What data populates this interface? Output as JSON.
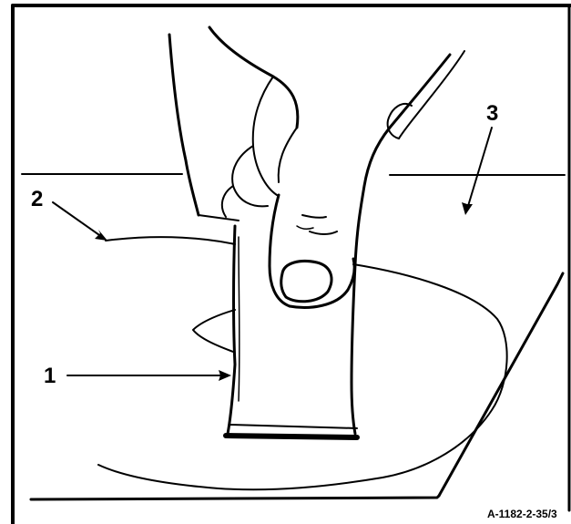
{
  "figure": {
    "callouts": [
      {
        "id": "1",
        "label": "1"
      },
      {
        "id": "2",
        "label": "2"
      },
      {
        "id": "3",
        "label": "3"
      }
    ],
    "figure_code": "A-1182-2-35/3"
  }
}
